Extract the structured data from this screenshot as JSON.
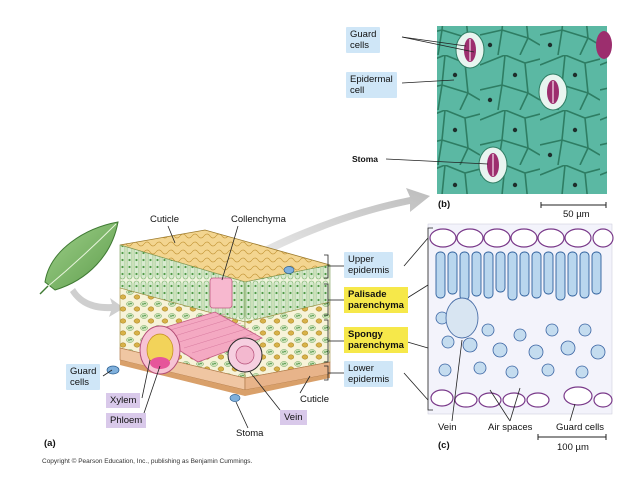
{
  "labels": {
    "guard_cells_b": "Guard\ncells",
    "epidermal_cell": "Epidermal\ncell",
    "stoma_b": "Stoma",
    "panel_b": "(b)",
    "scale_b": "50 µm",
    "cuticle_top": "Cuticle",
    "collenchyma": "Collenchyma",
    "upper_epidermis": "Upper\nepidermis",
    "palisade": "Palisade\nparenchyma",
    "spongy": "Spongy\nparenchyma",
    "lower_epidermis": "Lower\nepidermis",
    "guard_cells_a": "Guard\ncells",
    "xylem": "Xylem",
    "phloem": "Phloem",
    "cuticle_bottom": "Cuticle",
    "vein_a": "Vein",
    "stoma_a": "Stoma",
    "panel_a": "(a)",
    "vein_c": "Vein",
    "air_spaces": "Air spaces",
    "guard_cells_c": "Guard cells",
    "panel_c": "(c)",
    "scale_c": "100 µm",
    "copyright": "Copyright © Pearson Education, Inc., publishing as Benjamin Cummings."
  },
  "colors": {
    "label_blue": "#cfe6f7",
    "label_yellow": "#f6e84a",
    "label_purple": "#d9c9ea",
    "micro_teal": "#5bb5a2",
    "micro_bg": "#f3f3ff"
  }
}
